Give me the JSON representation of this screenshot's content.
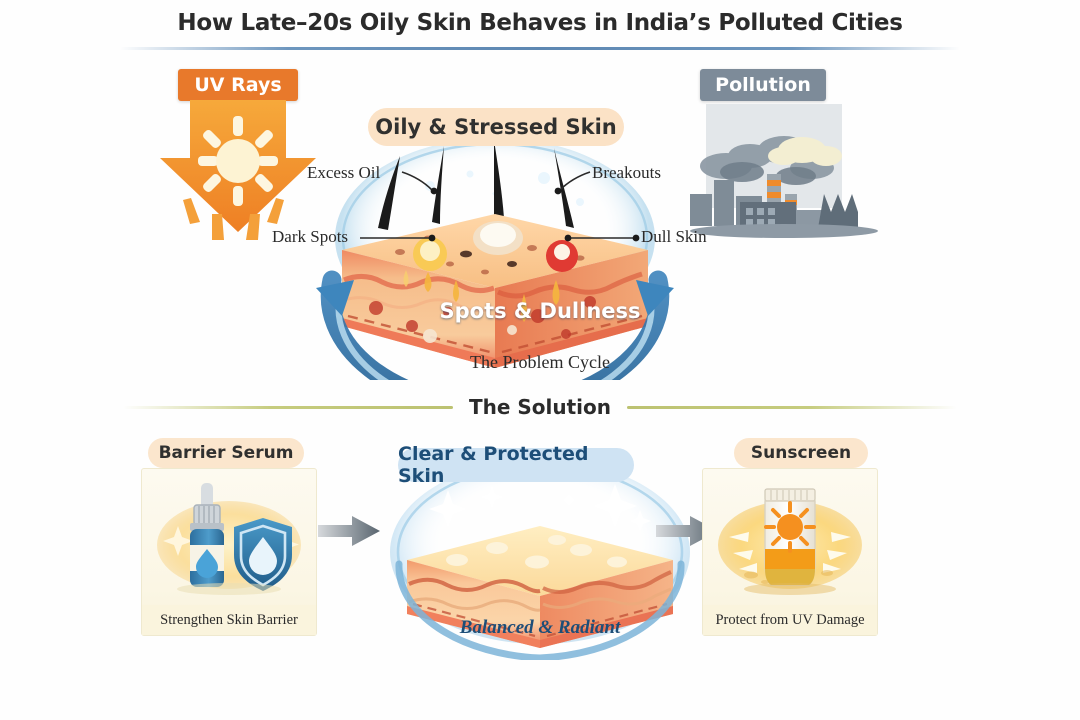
{
  "title": "How Late–20s Oily Skin Behaves in India’s Polluted Cities",
  "problem": {
    "uv_badge": "UV Rays",
    "pollution_badge": "Pollution",
    "skin_badge": "Oily & Stressed Skin",
    "callouts": {
      "excess_oil": "Excess Oil",
      "breakouts": "Breakouts",
      "dark_spots": "Dark Spots",
      "dull_skin": "Dull Skin"
    },
    "cycle_arc_label": "Spots & Dullness",
    "cycle_caption": "The Problem Cycle"
  },
  "solution": {
    "divider_label": "The Solution",
    "left_card": {
      "badge": "Barrier Serum",
      "caption": "Strengthen Skin Barrier"
    },
    "center": {
      "badge": "Clear & Protected Skin",
      "ribbon": "Balanced & Radiant"
    },
    "right_card": {
      "badge": "Sunscreen",
      "caption": "Protect from UV Damage"
    }
  },
  "colors": {
    "uv_orange": "#e8792b",
    "pollution_gray": "#7d8b99",
    "skin_peach": "#fbe2c6",
    "clear_blue": "#cfe3f3",
    "deep_blue": "#1d4e78",
    "olive": "#bcc271",
    "title_ink": "#2b2b2b"
  }
}
